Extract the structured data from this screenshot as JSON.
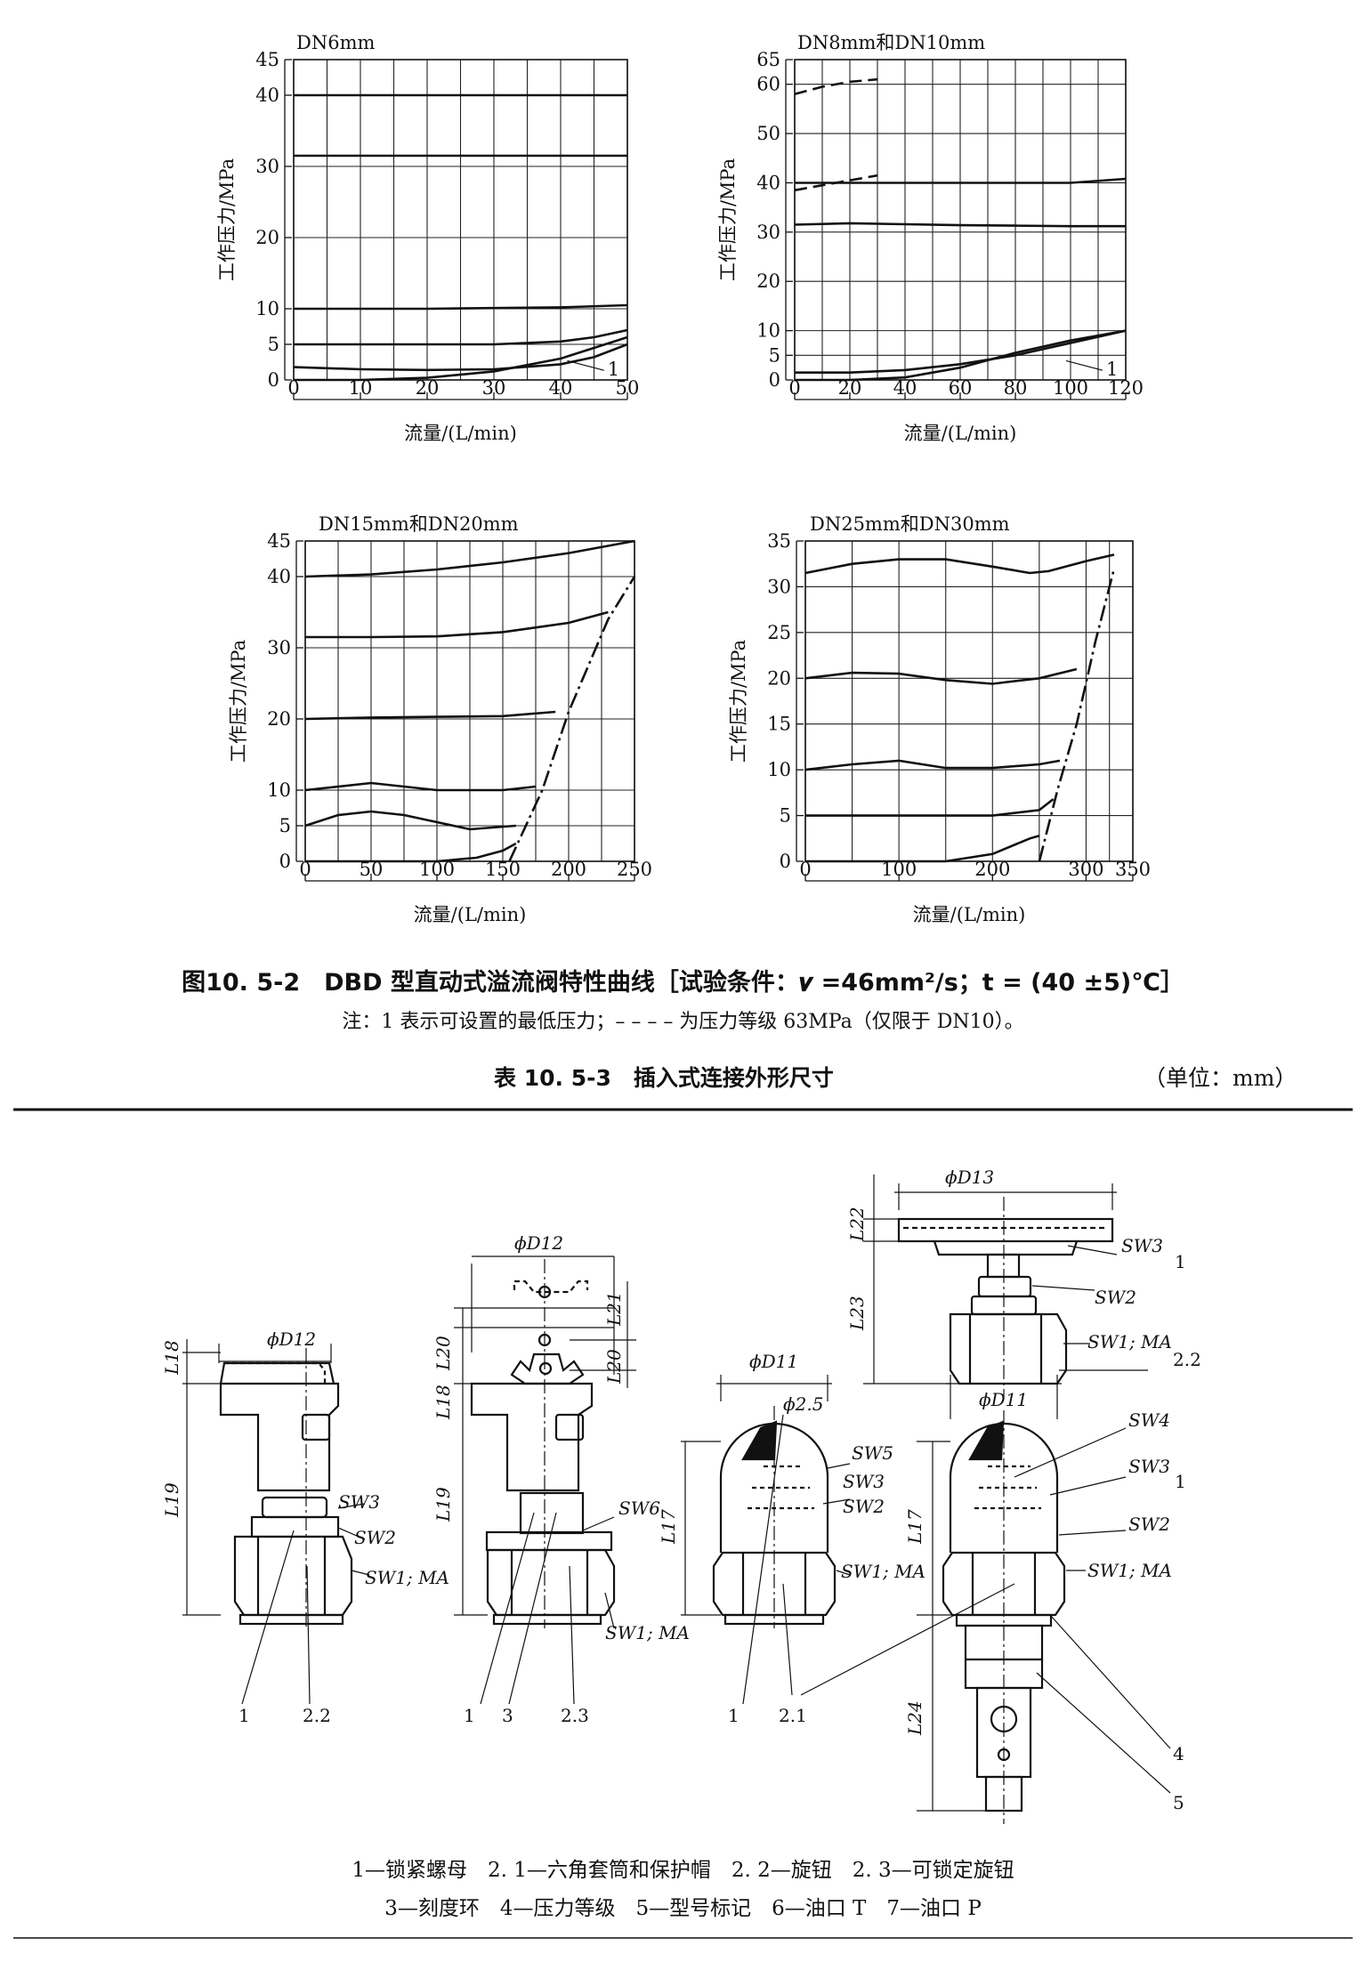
{
  "chart_data": [
    {
      "type": "line",
      "title": "DN6mm",
      "xlabel": "流量/(L/min)",
      "ylabel": "工作压力/MPa",
      "xlim": [
        0,
        50
      ],
      "ylim": [
        0,
        45
      ],
      "xticks": [
        0,
        10,
        20,
        30,
        40,
        50
      ],
      "yticks": [
        0,
        5,
        10,
        20,
        30,
        40,
        45
      ],
      "grid": true,
      "series": [
        {
          "x": [
            0,
            10,
            20,
            30,
            40,
            50
          ],
          "y": [
            40,
            40,
            40,
            40,
            40,
            40
          ]
        },
        {
          "x": [
            0,
            10,
            20,
            30,
            40,
            50
          ],
          "y": [
            31.5,
            31.5,
            31.5,
            31.5,
            31.5,
            31.5
          ]
        },
        {
          "x": [
            0,
            10,
            20,
            30,
            40,
            50
          ],
          "y": [
            10,
            10,
            10,
            10.1,
            10.2,
            10.5
          ]
        },
        {
          "x": [
            0,
            10,
            20,
            30,
            40,
            45,
            50
          ],
          "y": [
            5,
            5,
            5,
            5,
            5.4,
            6,
            7
          ]
        },
        {
          "x": [
            0,
            10,
            20,
            30,
            40,
            45,
            50
          ],
          "y": [
            1.8,
            1.5,
            1.4,
            1.5,
            2.2,
            3.2,
            5
          ]
        },
        {
          "x": [
            0,
            10,
            20,
            30,
            40,
            50
          ],
          "y": [
            0,
            0,
            0.3,
            1.2,
            3,
            6
          ]
        }
      ],
      "annotations": [
        "1"
      ]
    },
    {
      "type": "line",
      "title": "DN8mm和DN10mm",
      "xlabel": "流量/(L/min)",
      "ylabel": "工作压力/MPa",
      "xlim": [
        0,
        120
      ],
      "ylim": [
        0,
        65
      ],
      "xticks": [
        0,
        20,
        40,
        60,
        80,
        100,
        120
      ],
      "yticks": [
        0,
        5,
        10,
        20,
        30,
        40,
        50,
        60,
        65
      ],
      "grid": true,
      "series": [
        {
          "x": [
            0,
            10,
            20,
            30
          ],
          "y": [
            58,
            59.5,
            60.5,
            61
          ],
          "dashed": true
        },
        {
          "x": [
            0,
            10,
            20,
            30
          ],
          "y": [
            38.5,
            39.5,
            40.5,
            41.5
          ],
          "dashed": true
        },
        {
          "x": [
            0,
            20,
            40,
            60,
            80,
            100,
            120
          ],
          "y": [
            40,
            40,
            40,
            40,
            40,
            40,
            40.8
          ]
        },
        {
          "x": [
            0,
            20,
            40,
            60,
            80,
            100,
            120
          ],
          "y": [
            31.5,
            31.8,
            31.6,
            31.4,
            31.3,
            31.2,
            31.2
          ]
        },
        {
          "x": [
            0,
            20,
            40,
            60,
            80,
            100,
            120
          ],
          "y": [
            1.5,
            1.5,
            2,
            3.2,
            5,
            7.5,
            10
          ]
        },
        {
          "x": [
            0,
            20,
            40,
            60,
            80,
            100,
            120
          ],
          "y": [
            0,
            0,
            0.5,
            2.5,
            5.5,
            8,
            10
          ]
        }
      ],
      "annotations": [
        "1"
      ]
    },
    {
      "type": "line",
      "title": "DN15mm和DN20mm",
      "xlabel": "流量/(L/min)",
      "ylabel": "工作压力/MPa",
      "xlim": [
        0,
        250
      ],
      "ylim": [
        0,
        45
      ],
      "xticks": [
        0,
        50,
        100,
        150,
        200,
        250
      ],
      "yticks": [
        0,
        5,
        10,
        20,
        30,
        40,
        45
      ],
      "grid": true,
      "series": [
        {
          "x": [
            0,
            50,
            100,
            150,
            200,
            250
          ],
          "y": [
            40,
            40.3,
            41,
            42,
            43.3,
            45
          ]
        },
        {
          "x": [
            0,
            50,
            100,
            150,
            200,
            230
          ],
          "y": [
            31.5,
            31.5,
            31.6,
            32.2,
            33.5,
            35
          ]
        },
        {
          "x": [
            0,
            50,
            100,
            150,
            190
          ],
          "y": [
            20,
            20.2,
            20.3,
            20.4,
            21
          ]
        },
        {
          "x": [
            0,
            50,
            100,
            150,
            175
          ],
          "y": [
            10,
            11,
            10,
            10,
            10.5
          ]
        },
        {
          "x": [
            0,
            25,
            50,
            75,
            100,
            125,
            160
          ],
          "y": [
            5,
            6.5,
            7,
            6.5,
            5.5,
            4.5,
            5
          ]
        },
        {
          "x": [
            0,
            100,
            130,
            150,
            160
          ],
          "y": [
            0,
            0,
            0.5,
            1.5,
            2.5
          ]
        },
        {
          "x": [
            155,
            180,
            200,
            230,
            250
          ],
          "y": [
            0,
            10,
            21,
            34,
            40
          ],
          "dashdot": true
        }
      ]
    },
    {
      "type": "line",
      "title": "DN25mm和DN30mm",
      "xlabel": "流量/(L/min)",
      "ylabel": "工作压力/MPa",
      "xlim": [
        0,
        350
      ],
      "ylim": [
        0,
        35
      ],
      "xticks": [
        0,
        100,
        200,
        300,
        350
      ],
      "yticks": [
        0,
        5,
        10,
        15,
        20,
        25,
        30,
        35
      ],
      "grid": true,
      "series": [
        {
          "x": [
            0,
            50,
            100,
            150,
            200,
            240,
            260,
            300,
            330
          ],
          "y": [
            31.5,
            32.5,
            33,
            33,
            32.2,
            31.5,
            31.7,
            32.8,
            33.5
          ]
        },
        {
          "x": [
            0,
            50,
            100,
            150,
            200,
            250,
            290
          ],
          "y": [
            20,
            20.6,
            20.5,
            19.8,
            19.4,
            20,
            21
          ]
        },
        {
          "x": [
            0,
            50,
            100,
            150,
            200,
            250,
            272
          ],
          "y": [
            10,
            10.6,
            11,
            10.2,
            10.2,
            10.6,
            11
          ]
        },
        {
          "x": [
            0,
            100,
            200,
            250,
            265
          ],
          "y": [
            5,
            5,
            5,
            5.6,
            6.8
          ]
        },
        {
          "x": [
            0,
            150,
            200,
            240,
            250
          ],
          "y": [
            0,
            0,
            0.8,
            2.5,
            2.8
          ]
        },
        {
          "x": [
            250,
            270,
            290,
            310,
            330
          ],
          "y": [
            0,
            8,
            15,
            24,
            32
          ],
          "dashdot": true
        }
      ]
    }
  ],
  "figure": {
    "caption": "图10. 5-2　DBD 型直动式溢流阀特性曲线［试验条件：𝝂 =46mm²/s；t = (40 ±5)℃］",
    "note": "注：1 表示可设置的最低压力；– – – – 为压力等级 63MPa（仅限于 DN10）。"
  },
  "table": {
    "title": "表 10. 5-3　插入式连接外形尺寸",
    "unit": "（单位：mm）"
  },
  "drawing": {
    "labels": {
      "d12a": "ϕD12",
      "d12b": "ϕD12",
      "d11a": "ϕD11",
      "d11b": "ϕD11",
      "d13": "ϕD13",
      "l18a": "L18",
      "l19a": "L19",
      "l18b": "L18",
      "l19b": "L19",
      "l20a": "L20",
      "l20b": "L20",
      "l21": "L21",
      "l17a": "L17",
      "l17b": "L17",
      "l22": "L22",
      "l23": "L23",
      "l24": "L24",
      "phi25": "ϕ2.5",
      "sw3a": "SW3",
      "sw2a": "SW2",
      "sw1a": "SW1; MA",
      "sw6": "SW6",
      "sw1b": "SW1; MA",
      "sw5": "SW5",
      "sw3c": "SW3",
      "sw2c": "SW2",
      "sw1c": "SW1; MA",
      "sw3t": "SW3",
      "sw2t": "SW2",
      "sw1t": "SW1; MA",
      "sw4": "SW4",
      "sw3d": "SW3",
      "sw2d": "SW2",
      "sw1d": "SW1; MA",
      "n1a": "1",
      "n22": "2.2",
      "n1b": "1",
      "n3": "3",
      "n23": "2.3",
      "n1c": "1",
      "n21": "2.1",
      "n1t": "1",
      "n22t": "2.2",
      "n1d": "1",
      "n4": "4",
      "n5": "5"
    },
    "legend_line1": "1—锁紧螺母　2. 1—六角套筒和保护帽　2. 2—旋钮　2. 3—可锁定旋钮",
    "legend_line2": "3—刻度环　4—压力等级　5—型号标记　6—油口 T　7—油口 P"
  }
}
